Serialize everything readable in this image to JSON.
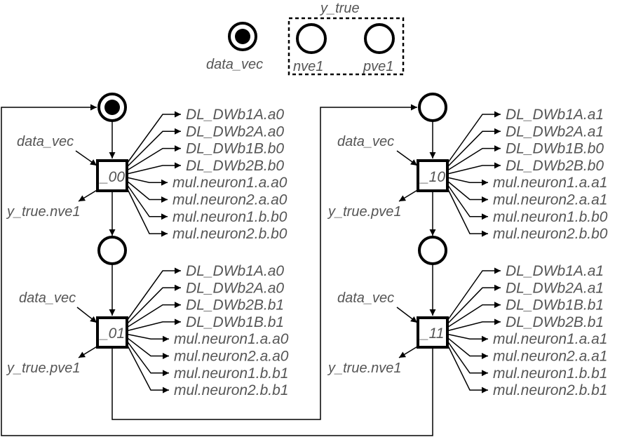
{
  "legend": {
    "marked_place_label": "data_vec",
    "group_label": "y_true",
    "place_labels": [
      "nve1",
      "pve1"
    ]
  },
  "left_net": {
    "input_label": "data_vec",
    "transitions": [
      {
        "name": "_00",
        "output_label": "y_true.nve1",
        "outputs": [
          "DL_DWb1A.a0",
          "DL_DWb2A.a0",
          "DL_DWb1B.b0",
          "DL_DWb2B.b0",
          "mul.neuron1.a.a0",
          "mul.neuron2.a.a0",
          "mul.neuron1.b.b0",
          "mul.neuron2.b.b0"
        ]
      },
      {
        "name": "_01",
        "output_label": "y_true.pve1",
        "outputs": [
          "DL_DWb1A.a0",
          "DL_DWb2A.a0",
          "DL_DWb2B.b1",
          "DL_DWb1B.b1",
          "mul.neuron1.a.a0",
          "mul.neuron2.a.a0",
          "mul.neuron1.b.b1",
          "mul.neuron2.b.b1"
        ]
      }
    ]
  },
  "right_net": {
    "input_label": "data_vec",
    "transitions": [
      {
        "name": "_10",
        "output_label": "y_true.pve1",
        "outputs": [
          "DL_DWb1A.a1",
          "DL_DWb2A.a1",
          "DL_DWb1B.b0",
          "DL_DWb2B.b0",
          "mul.neuron1.a.a1",
          "mul.neuron2.a.a1",
          "mul.neuron1.b.b0",
          "mul.neuron2.b.b0"
        ]
      },
      {
        "name": "_11",
        "output_label": "y_true.nve1",
        "outputs": [
          "DL_DWb1A.a1",
          "DL_DWb2A.a1",
          "DL_DWb1B.b1",
          "DL_DWb2B.b1",
          "mul.neuron1.a.a1",
          "mul.neuron2.a.a1",
          "mul.neuron1.b.b1",
          "mul.neuron2.b.b1"
        ]
      }
    ]
  }
}
